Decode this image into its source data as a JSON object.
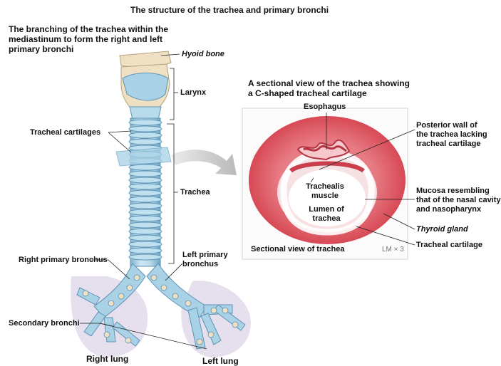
{
  "figure": {
    "title": "The structure of the trachea and primary bronchi"
  },
  "left_panel": {
    "heading_lines": [
      "The branching of the trachea within the",
      "mediastinum to form the right and left",
      "primary bronchi"
    ],
    "labels": {
      "hyoid_bone": "Hyoid bone",
      "larynx": "Larynx",
      "tracheal_cartilages": "Tracheal cartilages",
      "trachea": "Trachea",
      "right_primary_bronchus": "Right primary bronchus",
      "left_primary_bronchus_line1": "Left primary",
      "left_primary_bronchus_line2": "bronchus",
      "secondary_bronchi": "Secondary bronchi",
      "right_lung": "Right lung",
      "left_lung": "Left lung"
    }
  },
  "right_panel": {
    "heading_lines": [
      "A sectional view of the trachea showing",
      "a C-shaped tracheal cartilage"
    ],
    "labels": {
      "esophagus": "Esophagus",
      "posterior_wall_lines": [
        "Posterior wall of",
        "the trachea lacking",
        "tracheal cartilage"
      ],
      "trachealis_lines": [
        "Trachealis",
        "muscle"
      ],
      "lumen_lines": [
        "Lumen of",
        "trachea"
      ],
      "mucosa_lines": [
        "Mucosa resembling",
        "that of the nasal cavity",
        "and nasopharynx"
      ],
      "thyroid_gland": "Thyroid gland",
      "tracheal_cartilage": "Tracheal cartilage",
      "section_caption": "Sectional view of trachea",
      "magnification": "LM × 3"
    }
  },
  "colors": {
    "cartilage_blue": "#a9d2e6",
    "cartilage_edge": "#5f93b4",
    "tissue_pink": "#d9535f",
    "tissue_light": "#f3c6c8",
    "bone": "#efe0c4",
    "lung_lilac": "#d9d3e6"
  }
}
